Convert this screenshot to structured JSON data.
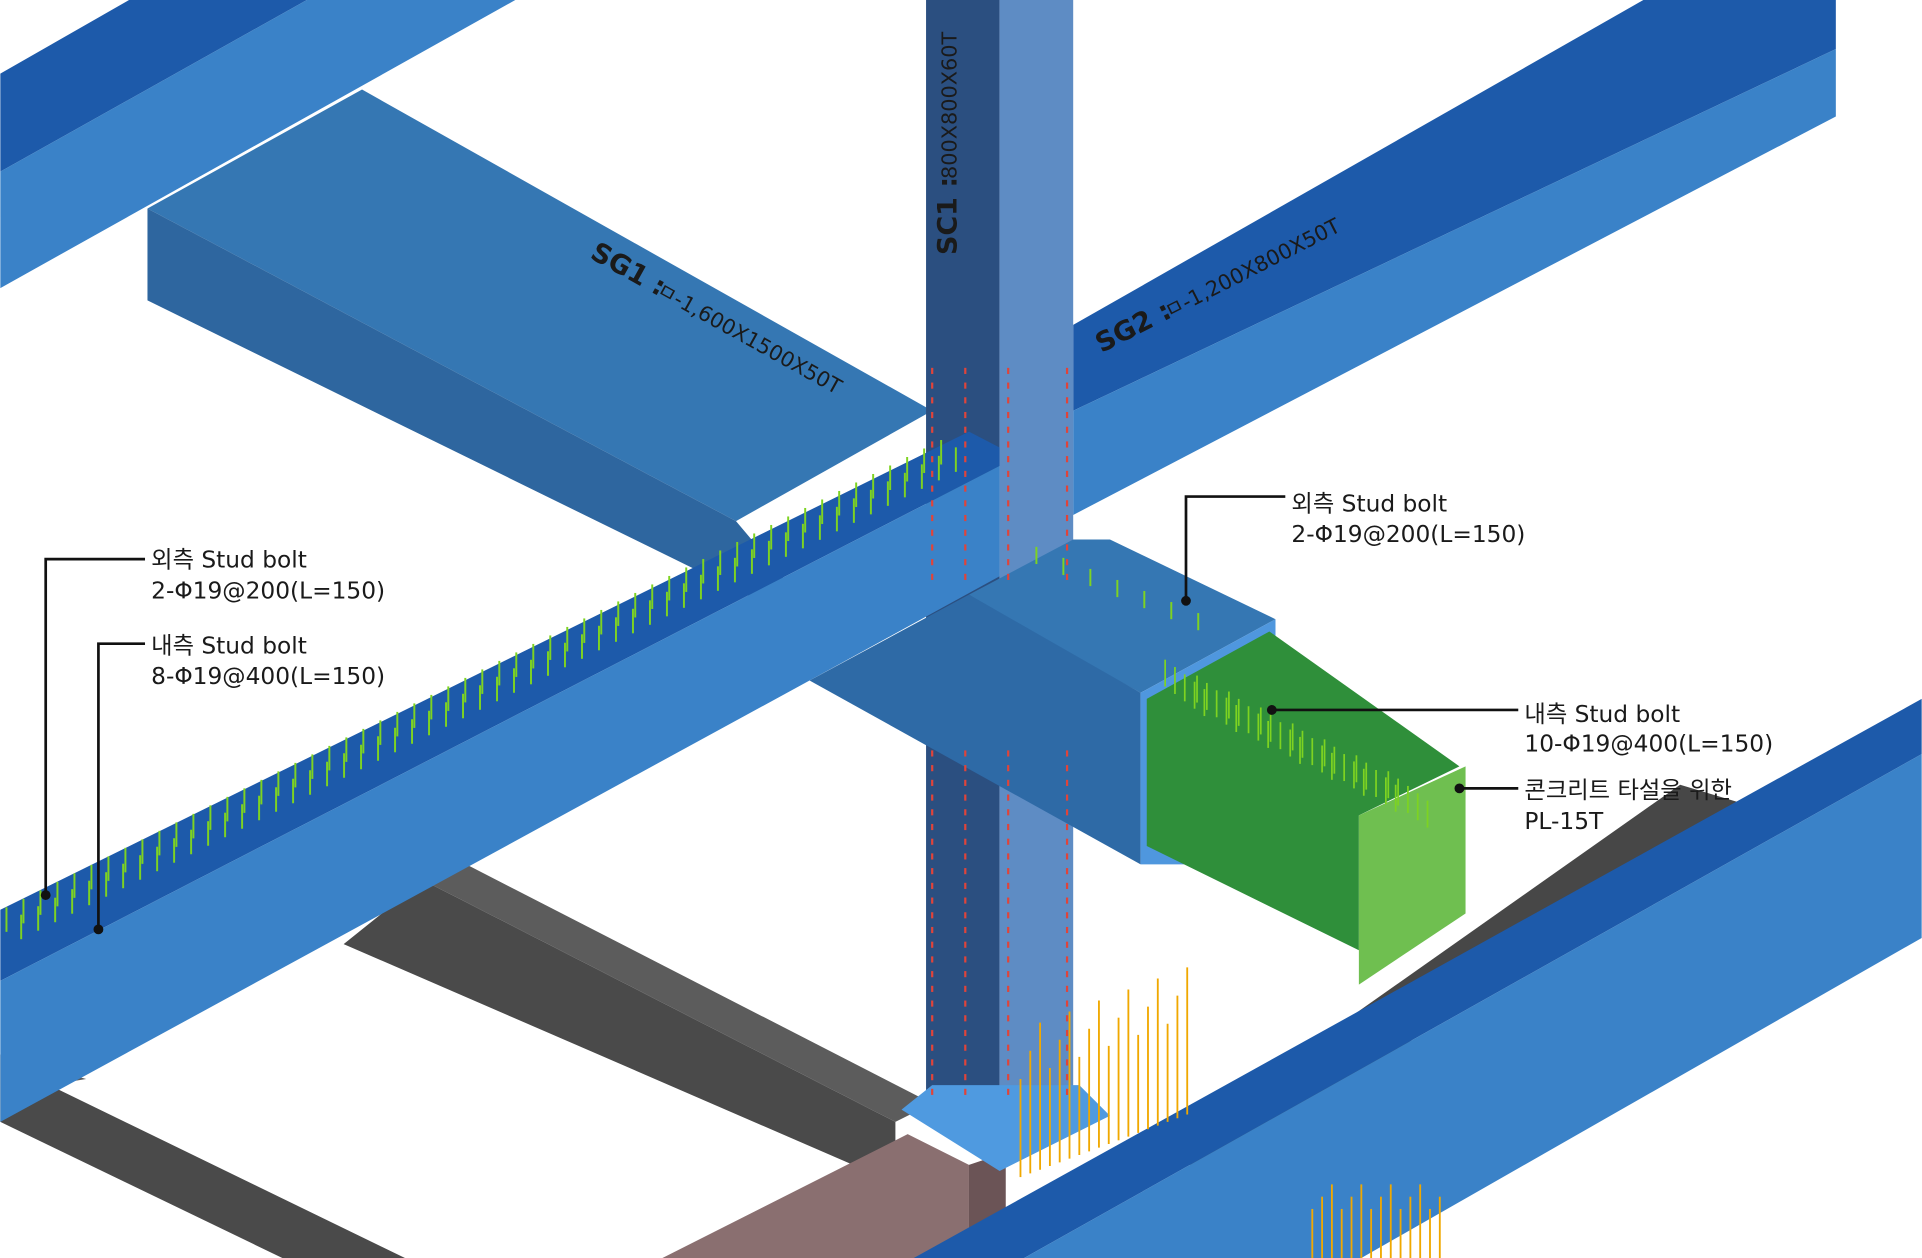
{
  "members": {
    "sg1": {
      "name": "SG1 :",
      "spec": "ㅁ-1,600X1500X50T"
    },
    "sc1": {
      "name": "SC1 :",
      "spec": "800X800X60T"
    },
    "sg2": {
      "name": "SG2 :",
      "spec": "ㅁ-1,200X800X50T"
    }
  },
  "callouts": {
    "left_outer": {
      "title": "외측 Stud bolt",
      "spec": "2-Φ19@200(L=150)"
    },
    "left_inner": {
      "title": "내측 Stud bolt",
      "spec": "8-Φ19@400(L=150)"
    },
    "right_outer": {
      "title": "외측 Stud bolt",
      "spec": "2-Φ19@200(L=150)"
    },
    "right_inner": {
      "title": "내측 Stud bolt",
      "spec": "10-Φ19@400(L=150)"
    },
    "plate": {
      "title": "콘크리트 타설을 위한",
      "spec": "PL-15T"
    }
  },
  "colors": {
    "beam_blue": "#3a82c8",
    "beam_dark": "#1d5aaa",
    "column_dark": "#2b4f80",
    "column_light": "#5e8cc4",
    "green_plate": "#2f8f3a",
    "green_light": "#6fbf50",
    "gray_beam": "#454545",
    "stud_green": "#7ed321",
    "stud_red": "#e0443a",
    "rebar_orange": "#f0a800"
  }
}
